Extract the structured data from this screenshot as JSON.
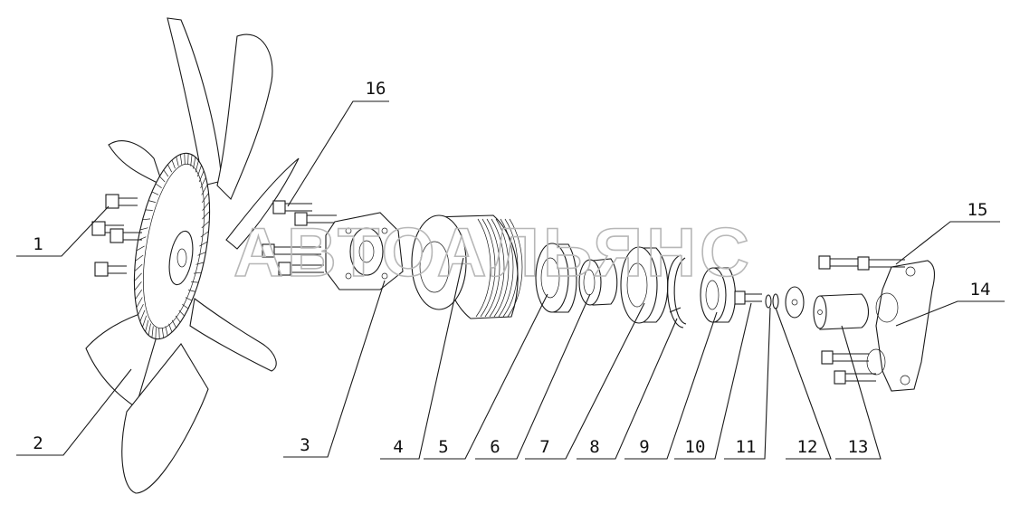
{
  "figure": {
    "watermark": "АВТОАЛЬЯНС",
    "callouts": [
      {
        "id": "1",
        "label": "1"
      },
      {
        "id": "2",
        "label": "2"
      },
      {
        "id": "3",
        "label": "3"
      },
      {
        "id": "4",
        "label": "4"
      },
      {
        "id": "5",
        "label": "5"
      },
      {
        "id": "6",
        "label": "6"
      },
      {
        "id": "7",
        "label": "7"
      },
      {
        "id": "8",
        "label": "8"
      },
      {
        "id": "9",
        "label": "9"
      },
      {
        "id": "10",
        "label": "10"
      },
      {
        "id": "11",
        "label": "11"
      },
      {
        "id": "12",
        "label": "12"
      },
      {
        "id": "13",
        "label": "13"
      },
      {
        "id": "14",
        "label": "14"
      },
      {
        "id": "15",
        "label": "15"
      },
      {
        "id": "16",
        "label": "16"
      }
    ]
  }
}
